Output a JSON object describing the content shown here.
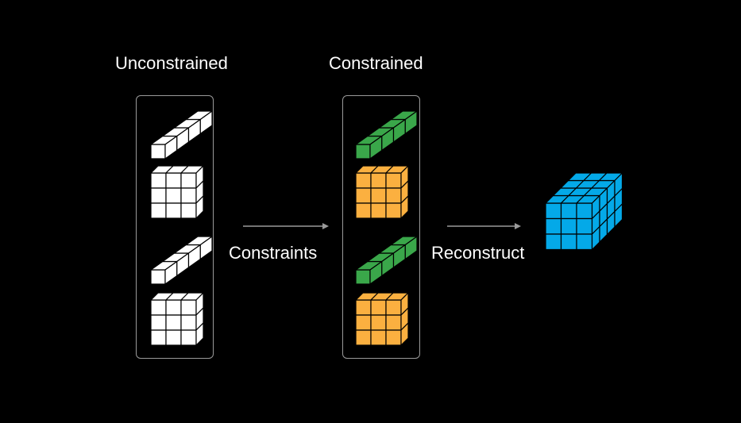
{
  "labels": {
    "unconstrained": "Unconstrained",
    "constrained": "Constrained",
    "constraints_arrow": "Constraints",
    "reconstruct_arrow": "Reconstruct"
  },
  "colors": {
    "background": "#000000",
    "unconstrained_fill": "#ffffff",
    "row_fill": "#3aa74a",
    "block_fill": "#fbb040",
    "result_fill": "#04a9e8",
    "arrow": "#9a9a9a",
    "panel_border": "#9a9a9a"
  }
}
